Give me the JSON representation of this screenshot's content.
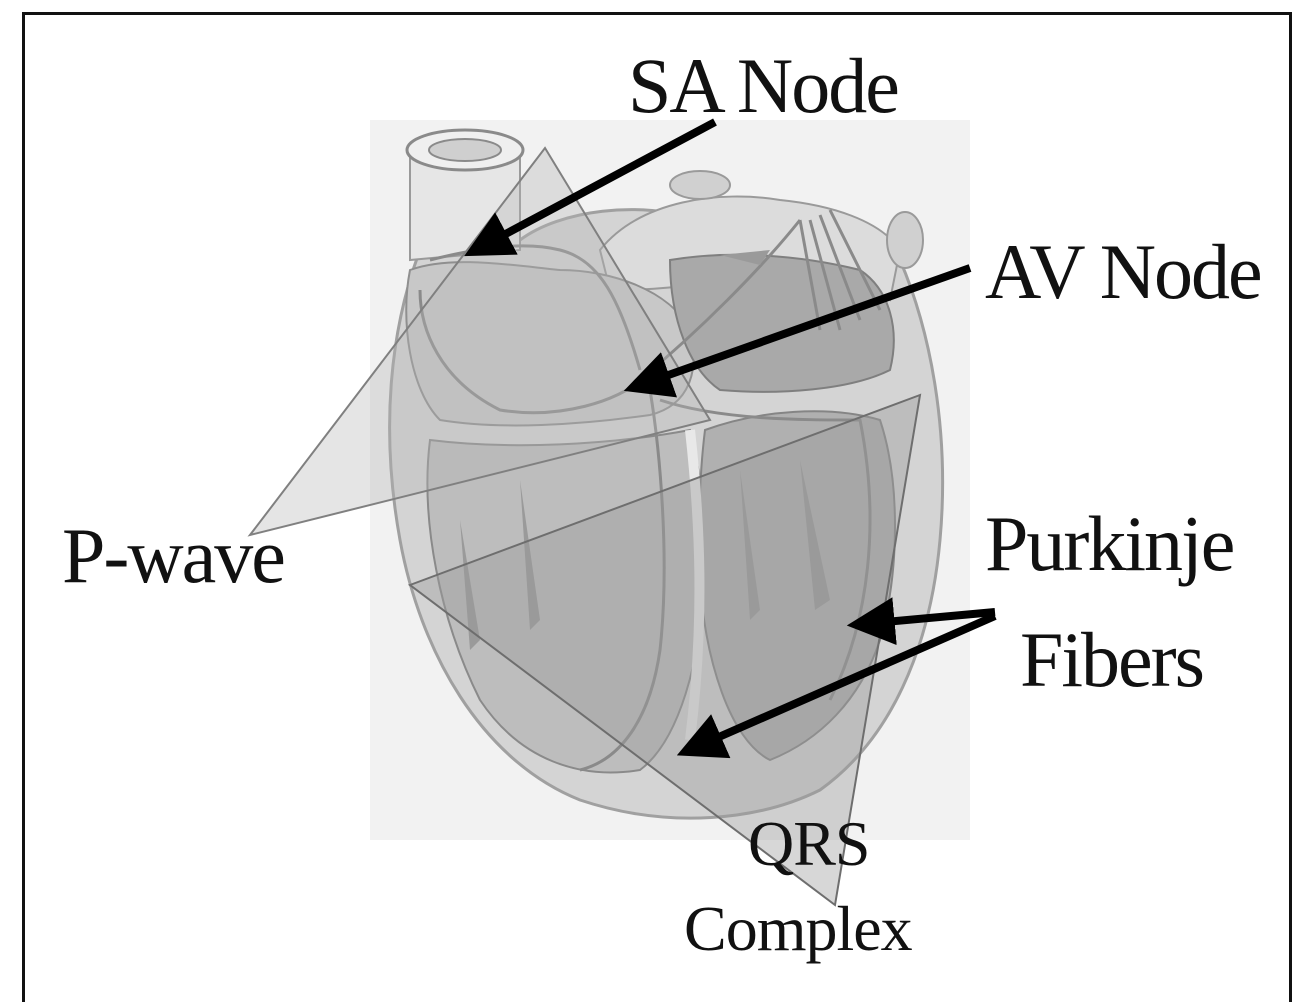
{
  "labels": {
    "sa_node": "SA Node",
    "av_node": "AV Node",
    "p_wave": "P-wave",
    "purkinje_line1": "Purkinje",
    "purkinje_line2": "Fibers",
    "qrs_line1": "QRS",
    "qrs_line2": "Complex"
  },
  "colors": {
    "frame": "#111111",
    "heart_light": "#d9d9d9",
    "heart_mid": "#bdbdbd",
    "heart_dark": "#8f8f8f",
    "overlay": "#a8a8a8",
    "arrow": "#000000"
  }
}
